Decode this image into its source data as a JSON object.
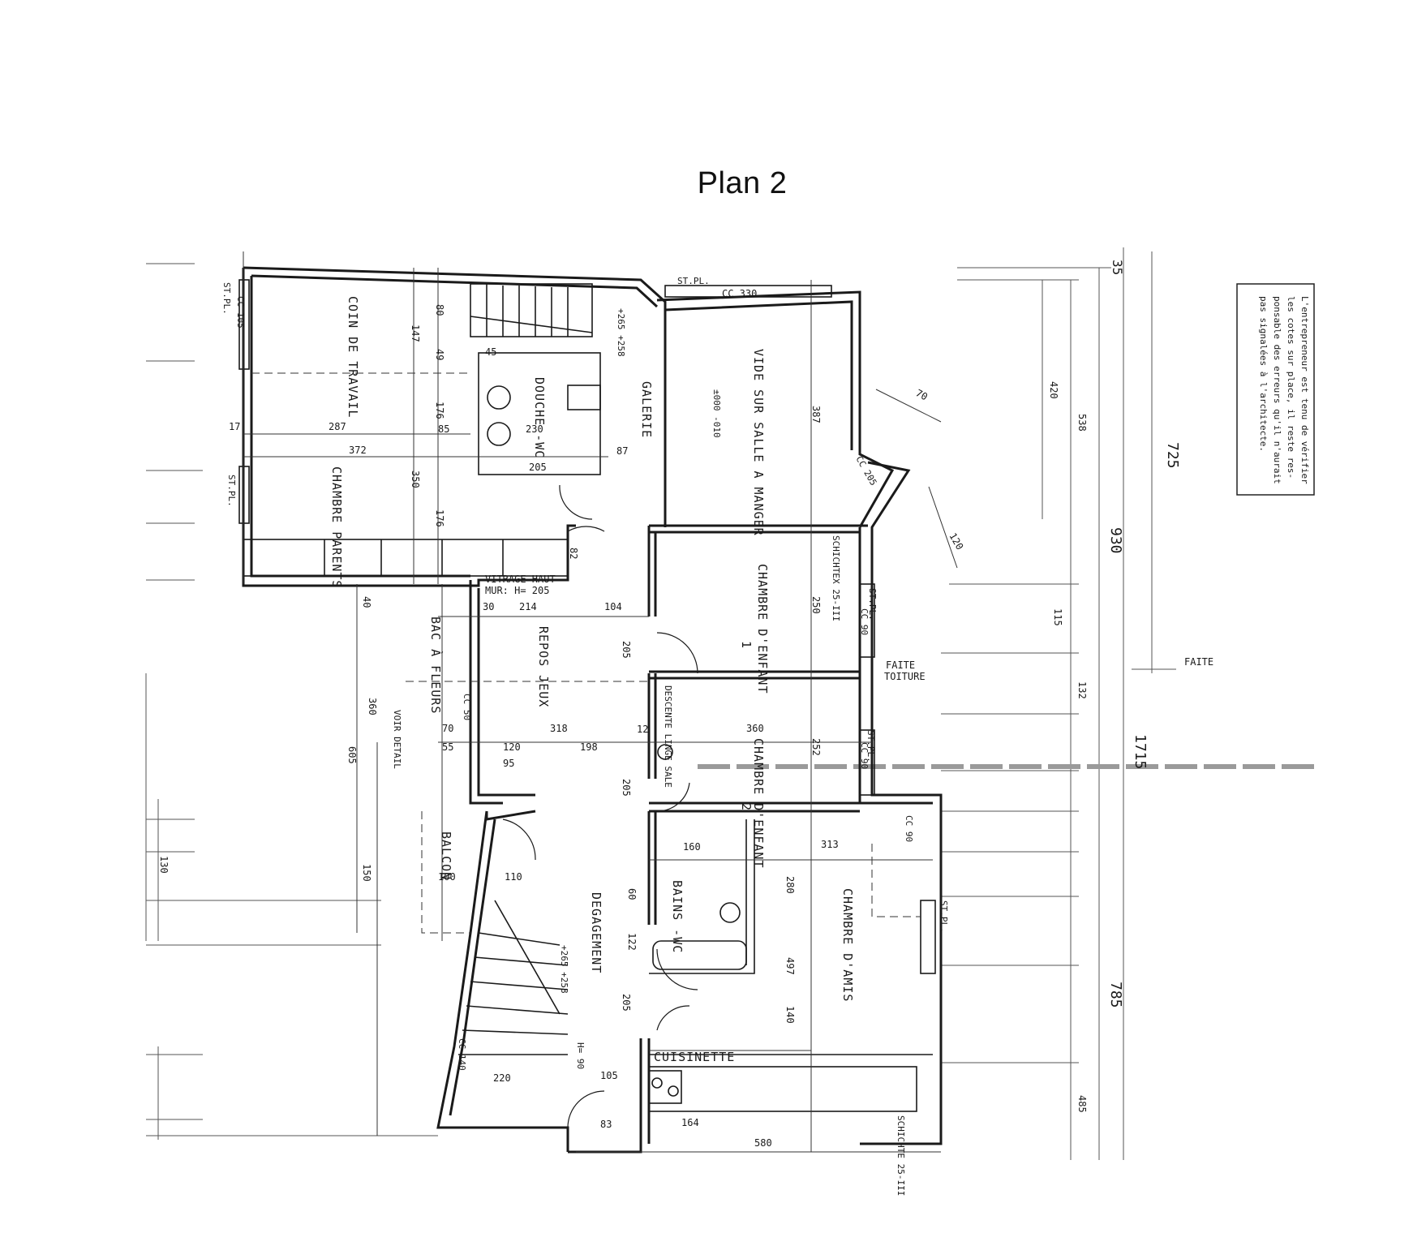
{
  "title": "Plan 2",
  "rooms": {
    "coin_travail": "COIN DE TRAVAIL",
    "douche_wc": "DOUCHE -WC",
    "galerie": "GALERIE",
    "vide_sur_salle": "VIDE SUR SALLE A MANGER",
    "chambre_parents": "CHAMBRE PARENTS",
    "chambre_enfant_1": "CHAMBRE D'ENFANT",
    "chambre_enfant_1_num": "1",
    "chambre_enfant_2": "CHAMBRE D'ENFANT",
    "chambre_enfant_2_num": "2",
    "repos_jeux": "REPOS JEUX",
    "bac_fleurs": "BAC À FLEURS",
    "balcon": "BALCON",
    "degagement": "DEGAGEMENT",
    "bains_wc": "BAINS -WC",
    "chambre_amis": "CHAMBRE D'AMIS",
    "cuisinette": "CUISINETTE",
    "descente_linge": "DESCENTE LINGE SALE"
  },
  "annotations": {
    "vitrage_haut": "VITRAGE HAUT",
    "mur_h": "MUR: H= 205",
    "faite_toiture_1": "FAITE",
    "faite_toiture_2": "TOITURE",
    "faite_right": "FAITE",
    "voir_detail": "VOIR DETAIL",
    "st_pl_top": "ST.PL.",
    "cc_330": "CC 330",
    "cc_105": "CC 105",
    "cc_90_a": "CC 90",
    "cc_90_b": "CC 90",
    "cc_90_c": "CC 90",
    "cc_50": "CC 50",
    "cc_140": "CC 140",
    "cc_205": "CC 205",
    "schichtex_1": "SCHICHTEX 25-III",
    "schichte_2": "SCHICHTE 25-III",
    "st_pl_left_1": "ST.PL.",
    "st_pl_left_2": "ST.PL.",
    "st_pl_right_1": "ST.PL.",
    "st_pl_right_2": "ST.PL.",
    "st_pl_right_3": "ST.PL.",
    "level_1": "±000 -010",
    "level_2a": "+265 +258",
    "level_2b": "+265 +258",
    "h90": "H= 90"
  },
  "note": {
    "line1": "L'entrepreneur est tenu de vérifier",
    "line2": "les cotes sur place, il reste res-",
    "line3": "ponsable des erreurs qu'il n'aurait",
    "line4": "pas signalées à l'architecte."
  },
  "overall_dims": {
    "d725": "725",
    "d930": "930",
    "d1715": "1715",
    "d785": "785",
    "d35": "35",
    "d538": "538",
    "d420": "420",
    "d485": "485",
    "d605": "605",
    "d360": "360"
  },
  "dims": {
    "d287": "287",
    "d372": "372",
    "d350": "350",
    "d147": "147",
    "d176a": "176",
    "d176b": "176",
    "d230": "230",
    "d205a": "205",
    "d85": "85",
    "d80": "80",
    "d49": "49",
    "d45": "45",
    "d387": "387",
    "d250": "250",
    "d252": "252",
    "d497": "497",
    "d313": "313",
    "d280": "280",
    "d140": "140",
    "d318": "318",
    "d198": "198",
    "d120": "120",
    "d95": "95",
    "d70": "70",
    "d55": "55",
    "d104": "104",
    "d214": "214",
    "d160": "160",
    "d110": "110",
    "d100": "100",
    "d220": "220",
    "d105": "105",
    "d83": "83",
    "d164": "164",
    "d580": "580",
    "d122": "122",
    "d60": "60",
    "d150": "150",
    "d130": "130",
    "d115": "115",
    "d132": "132",
    "d40": "40",
    "d30": "30",
    "d17": "17",
    "d12": "12",
    "d82": "82",
    "d87": "87",
    "d205b": "205",
    "d205c": "205",
    "d205d": "205",
    "d360b": "360",
    "d120r": "120",
    "d70r": "70"
  }
}
